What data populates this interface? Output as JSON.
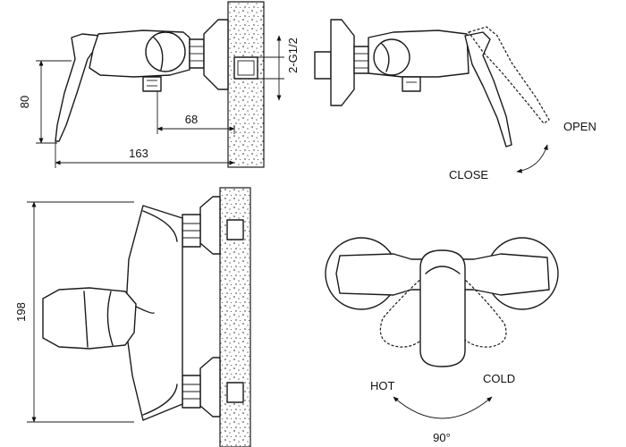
{
  "dimensions": {
    "height_side": "80",
    "outlet_offset": "68",
    "total_length": "163",
    "connection_thread": "2-G1/2",
    "front_height": "198"
  },
  "labels": {
    "open": "OPEN",
    "close": "CLOSE",
    "hot": "HOT",
    "cold": "COLD",
    "rotation_angle": "90°"
  }
}
